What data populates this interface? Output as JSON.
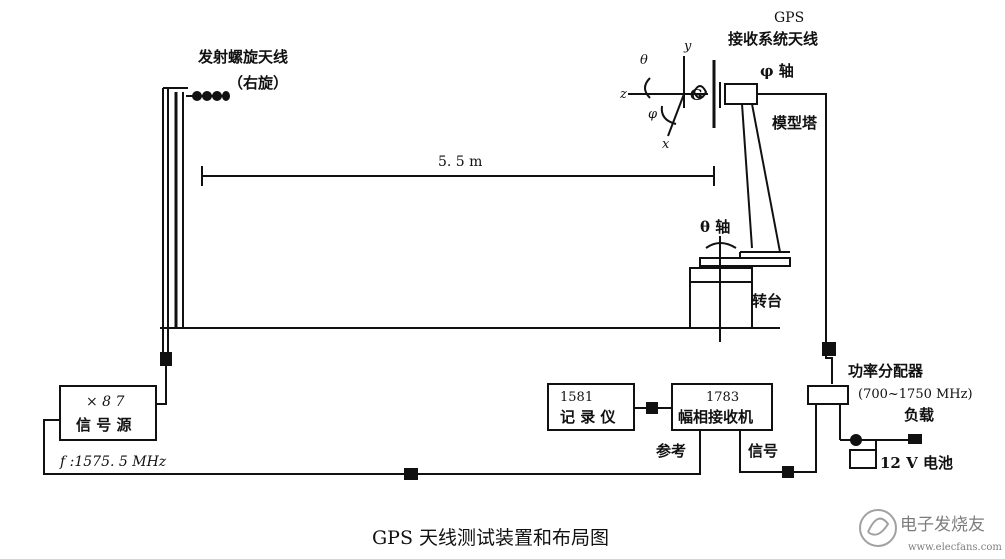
{
  "title": "GPS 天线测试装置和布局图",
  "labels": {
    "tx_antenna": "发射螺旋天线",
    "tx_antenna_pol": "（右旋）",
    "distance": "5. 5 m",
    "gps_line1": "GPS",
    "gps_line2": "接收系统天线",
    "phi_axis": "φ 轴",
    "model_tower": "模型塔",
    "theta_axis": "θ 轴",
    "turntable": "转台",
    "power_divider": "功率分配器",
    "power_divider_range": "(700~1750 MHz)",
    "load": "负载",
    "battery": "12 V 电池",
    "signal": "信号",
    "reference": "参考",
    "frequency": "f :1575. 5 MHz",
    "axis_theta": "θ",
    "axis_y": "y",
    "axis_z": "z",
    "axis_phi": "φ",
    "axis_x": "x",
    "g_mark": "G"
  },
  "boxes": {
    "source": {
      "line1": "× 8 7",
      "line2": "信 号 源"
    },
    "recorder": {
      "line1": "1581",
      "line2": "记 录 仪"
    },
    "receiver": {
      "line1": "1783",
      "line2": "幅相接收机"
    }
  },
  "watermark": {
    "text": "电子发烧友",
    "url_text": "www.elecfans.com"
  }
}
